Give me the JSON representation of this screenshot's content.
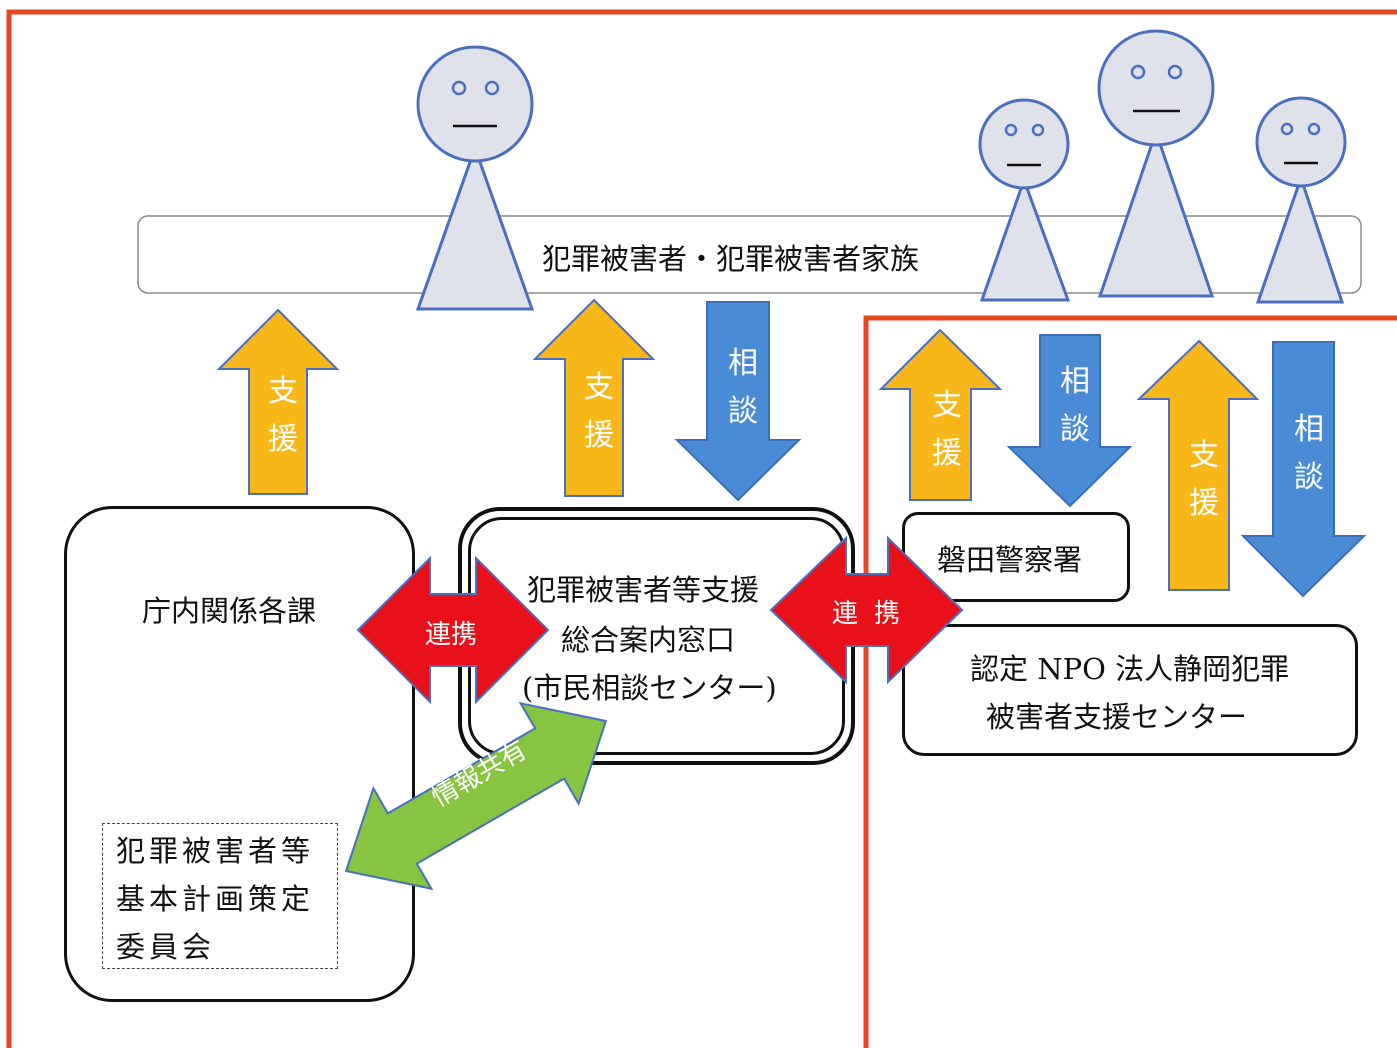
{
  "colors": {
    "frame": "#e8461f",
    "support_arrow": "#f7b718",
    "consult_arrow": "#4a8bd6",
    "cooperation_arrow": "#e8111a",
    "info_arrow": "#86c441",
    "person": "#dfe2ea"
  },
  "top_band": {
    "label": "犯罪被害者・犯罪被害者家族"
  },
  "arrows": {
    "support_1": "支援",
    "support_2": "支援",
    "consult_2": "相談",
    "support_3": "支援",
    "consult_3": "相談",
    "support_4": "支援",
    "consult_4": "相談"
  },
  "boxes": {
    "departments": "庁内関係各課",
    "committee": [
      "犯罪被害者等",
      "基本計画策定",
      "委員会"
    ],
    "center": [
      "犯罪被害者等支援",
      "総合案内窓口",
      "(市民相談センター)"
    ],
    "police": "磐田警察署",
    "npo": [
      "認定 NPO 法人静岡犯罪",
      "被害者支援センター"
    ]
  },
  "links": {
    "cooperation_1": "連携",
    "cooperation_2_a": "連",
    "cooperation_2_b": "携",
    "info_sharing": "情報共有"
  }
}
